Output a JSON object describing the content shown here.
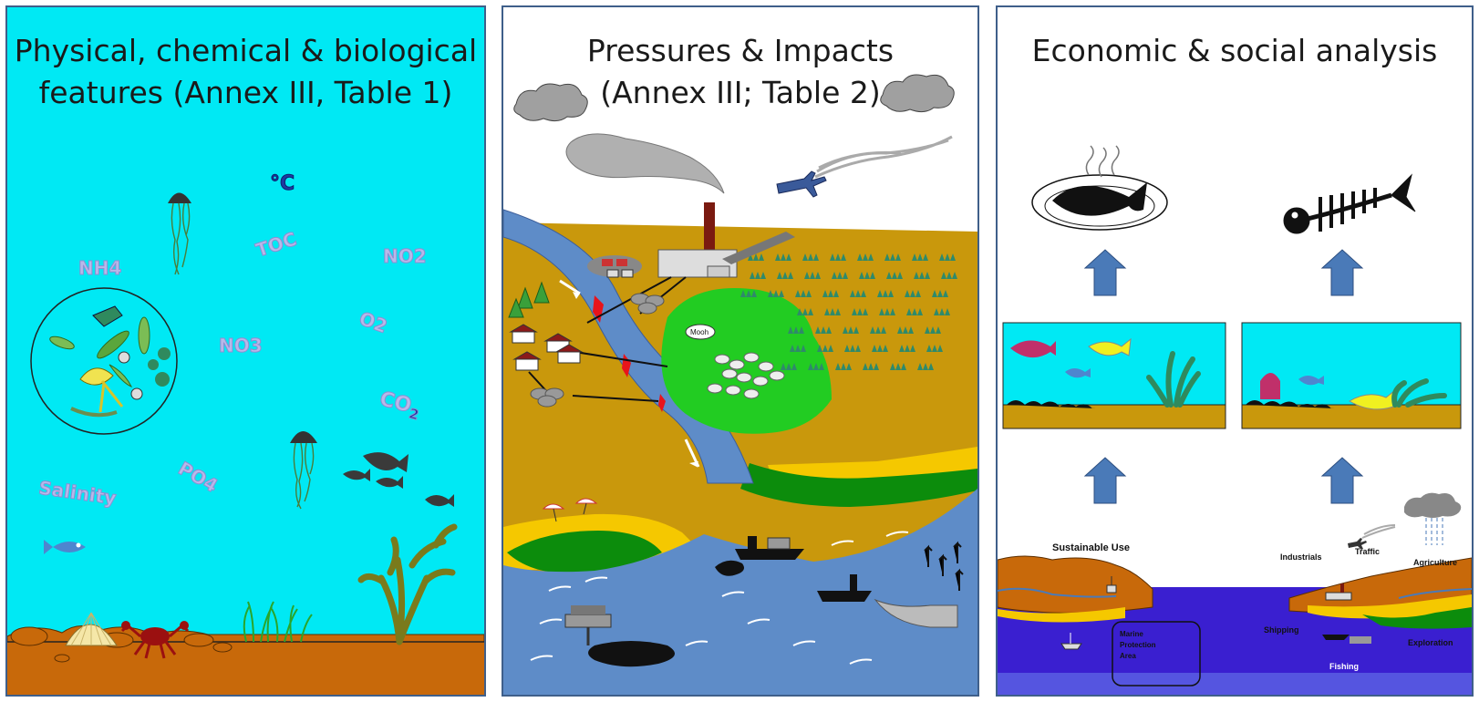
{
  "panels": [
    {
      "title_line1": "Physical, chemical & biological",
      "title_line2": "features (Annex III, Table 1)",
      "labels": {
        "celsius": "°C",
        "toc": "TOC",
        "nh4": "NH4",
        "no2": "NO2",
        "no3": "NO3",
        "o2": "O2",
        "co2_base": "CO",
        "co2_sub": "2",
        "salinity": "Salinity",
        "po4": "PO4"
      }
    },
    {
      "title_line1": "Pressures & Impacts",
      "title_line2": "(Annex III; Table 2)",
      "labels": {
        "moo": "Mooh"
      }
    },
    {
      "title_line1": "Economic & social analysis",
      "labels": {
        "sustainable_use": "Sustainable Use",
        "marine_protection_1": "Marine",
        "marine_protection_2": "Protection",
        "marine_protection_3": "Area",
        "industrials": "Industrials",
        "traffic": "Traffic",
        "agriculture": "Agriculture",
        "shipping": "Shipping",
        "exploration": "Exploration",
        "fishing": "Fishing"
      }
    }
  ],
  "colors": {
    "sea_cyan": "#00e9f4",
    "seabed": "#c8690a",
    "land": "#c9980c",
    "river": "#5e8cc8",
    "field_green": "#22cc22",
    "border": "#3f5f8a",
    "arrow_blue": "#4a7ab8",
    "deep_sea": "#3a1fd0"
  }
}
